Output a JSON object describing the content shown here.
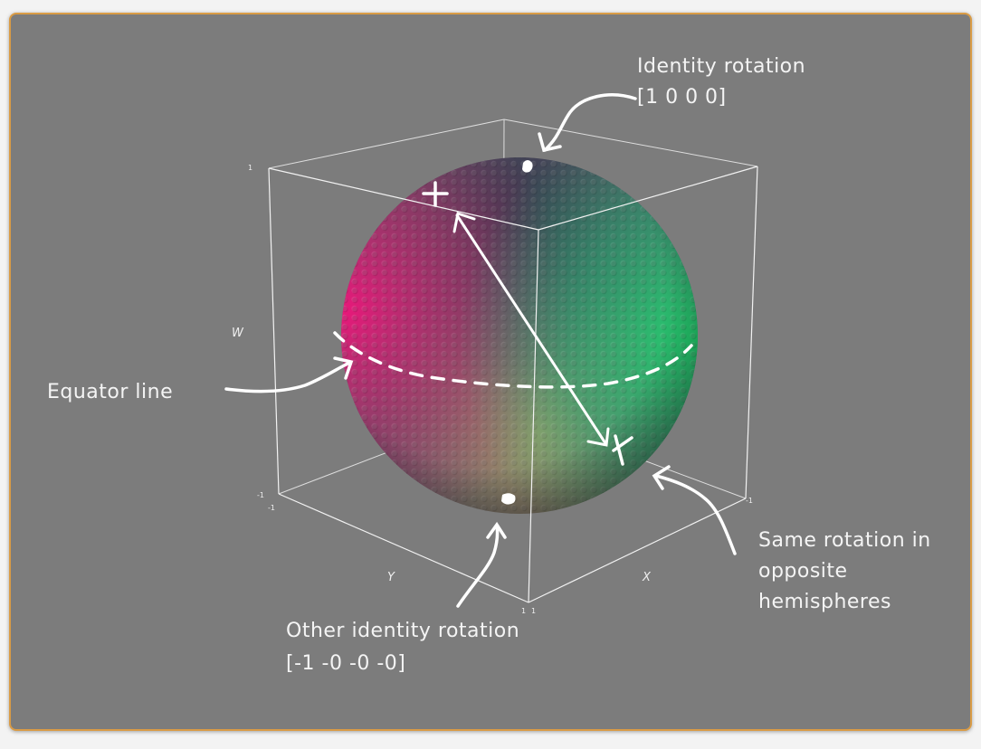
{
  "annotations": {
    "identity_title": "Identity rotation",
    "identity_quat": "[1 0 0 0]",
    "equator": "Equator line",
    "same_line1": "Same rotation in",
    "same_line2": "opposite",
    "same_line3": "hemispheres",
    "other_title": "Other identity rotation",
    "other_quat": "[-1 -0 -0 -0]"
  },
  "axes": {
    "w_label": "W",
    "y_label": "Y",
    "x_label": "X",
    "tick_top": "1",
    "tick_bottom_w": "-1",
    "tick_y_start": "-1",
    "tick_y_end": "1",
    "tick_x_start": "1",
    "tick_x_end": "-1"
  },
  "colors": {
    "background": "#7c7c7c",
    "border": "#d99b45",
    "pink": "#e0206e",
    "green": "#22c86a",
    "dark": "#3b3a4e",
    "olive": "#b3a868"
  },
  "markers": {
    "plus": "+",
    "cross": "×"
  }
}
